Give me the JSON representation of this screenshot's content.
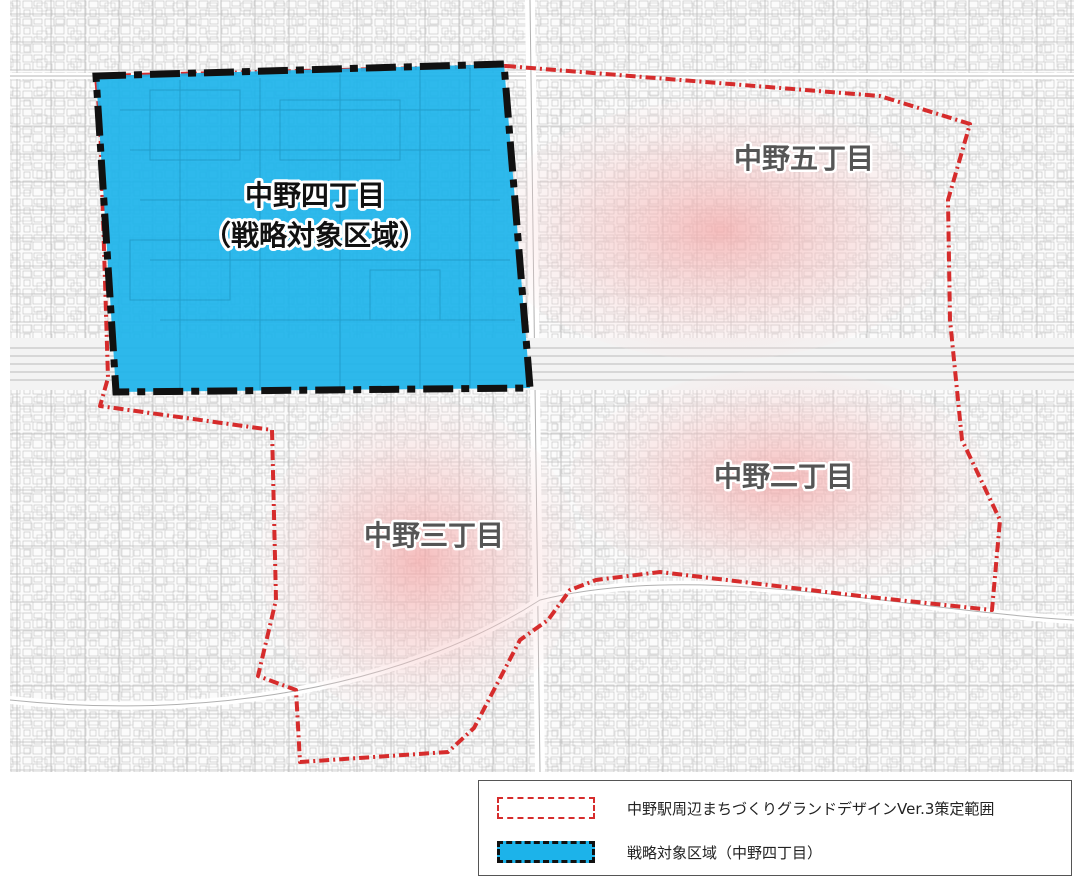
{
  "map": {
    "districts": [
      {
        "id": "nakano-4",
        "line1": "中野四丁目",
        "line2": "（戦略対象区域）"
      },
      {
        "id": "nakano-5",
        "line1": "中野五丁目"
      },
      {
        "id": "nakano-2",
        "line1": "中野二丁目"
      },
      {
        "id": "nakano-3",
        "line1": "中野三丁目"
      }
    ]
  },
  "legend": {
    "items": [
      {
        "label": "中野駅周辺まちづくりグランドデザインVer.3策定範囲",
        "color": "#d62c2c"
      },
      {
        "label": "戦略対象区域（中野四丁目）",
        "color": "#1cb3ea"
      }
    ]
  },
  "colors": {
    "strategy_fill": "#1cb3ea",
    "boundary_red": "#d62c2c",
    "boundary_black": "#111111",
    "pink_tint": "#f7c9c9"
  }
}
